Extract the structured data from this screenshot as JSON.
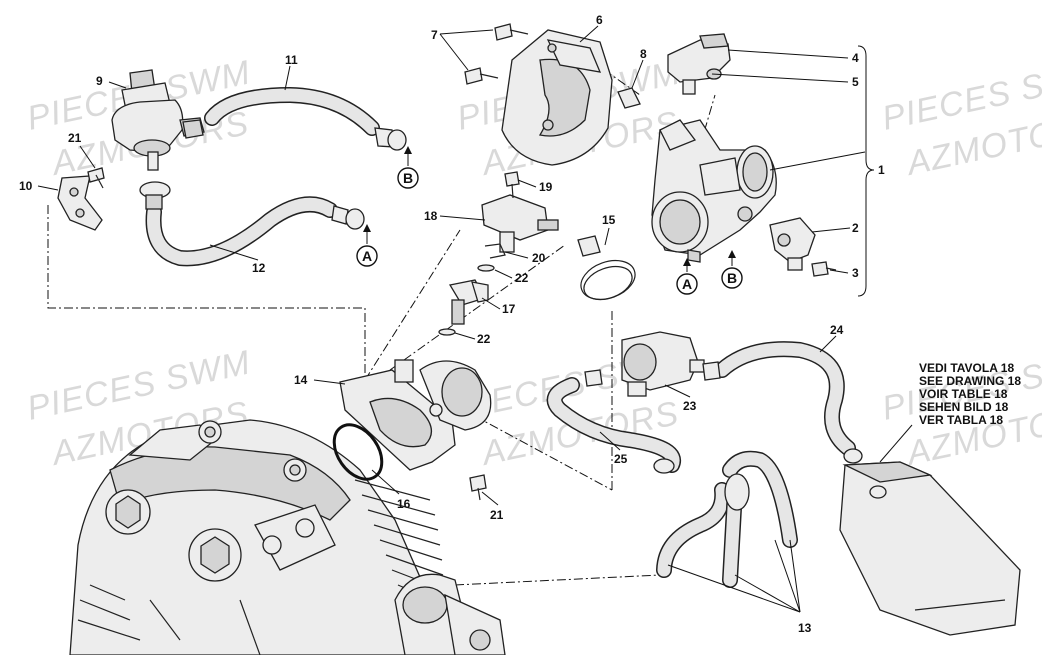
{
  "watermarks": [
    {
      "text": "PIECES SWM"
    },
    {
      "text": "AZMOTORS"
    },
    {
      "text": "PIECES SWM"
    },
    {
      "text": "AZMOTORS"
    },
    {
      "text": "PIECES SWM"
    },
    {
      "text": "AZMOTORS"
    },
    {
      "text": "PIECES SWM"
    },
    {
      "text": "AZMOTORS"
    },
    {
      "text": "PIECES SWM"
    },
    {
      "text": "AZMOTORS"
    },
    {
      "text": "PIECES SWM"
    },
    {
      "text": "AZMOTORS"
    }
  ],
  "part_numbers": {
    "p1": "1",
    "p2": "2",
    "p3": "3",
    "p4": "4",
    "p5": "5",
    "p6": "6",
    "p7": "7",
    "p8": "8",
    "p9": "9",
    "p10": "10",
    "p11": "11",
    "p12": "12",
    "p13": "13",
    "p14": "14",
    "p15": "15",
    "p16": "16",
    "p17": "17",
    "p18": "18",
    "p19": "19",
    "p20": "20",
    "p21a": "21",
    "p21b": "21",
    "p22a": "22",
    "p22b": "22",
    "p23": "23",
    "p24": "24",
    "p25": "25"
  },
  "connection_markers": {
    "a_left": "A",
    "b_left": "B",
    "a_right": "A",
    "b_right": "B"
  },
  "note_lines": [
    "VEDI TAVOLA 18",
    "SEE DRAWING 18",
    "VOIR TABLE 18",
    "SEHEN BILD 18",
    "VER TABLA 18"
  ],
  "colors": {
    "line": "#111111",
    "watermark": "#d9d9d9",
    "background": "#ffffff"
  }
}
